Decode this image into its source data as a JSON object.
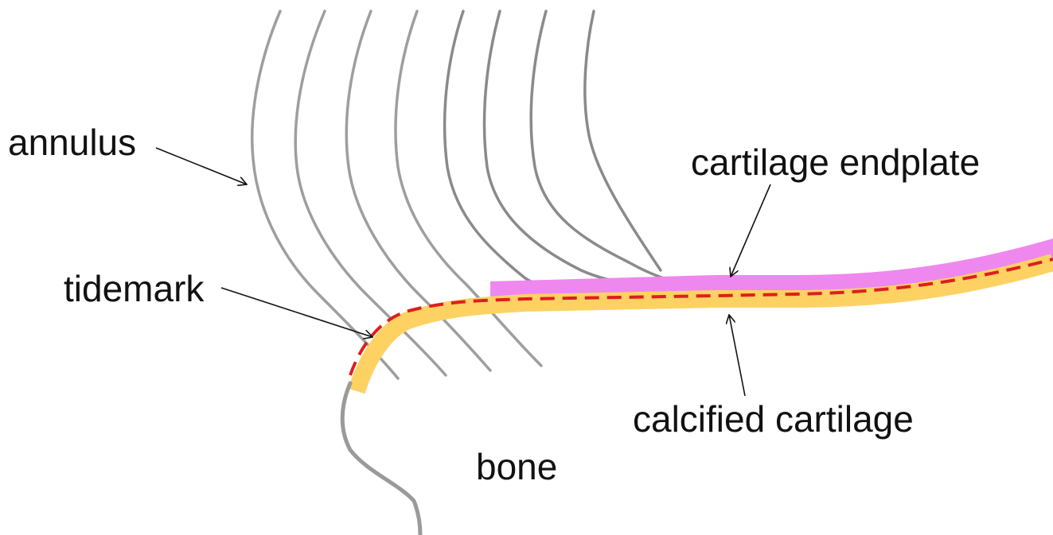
{
  "labels": {
    "annulus": "annulus",
    "tidemark": "tidemark",
    "cartilage_endplate": "cartilage endplate",
    "calcified_cartilage": "calcified cartilage",
    "bone": "bone"
  },
  "colors": {
    "annulus_fiber": "#9e9e9e",
    "annulus_fiber_dark": "#8a8a8a",
    "cartilage_endplate": "#ee88ee",
    "calcified_cartilage": "#fdd263",
    "tidemark": "#dd1f1f",
    "bone_outline": "#9a9a9a",
    "arrow": "#111111"
  }
}
